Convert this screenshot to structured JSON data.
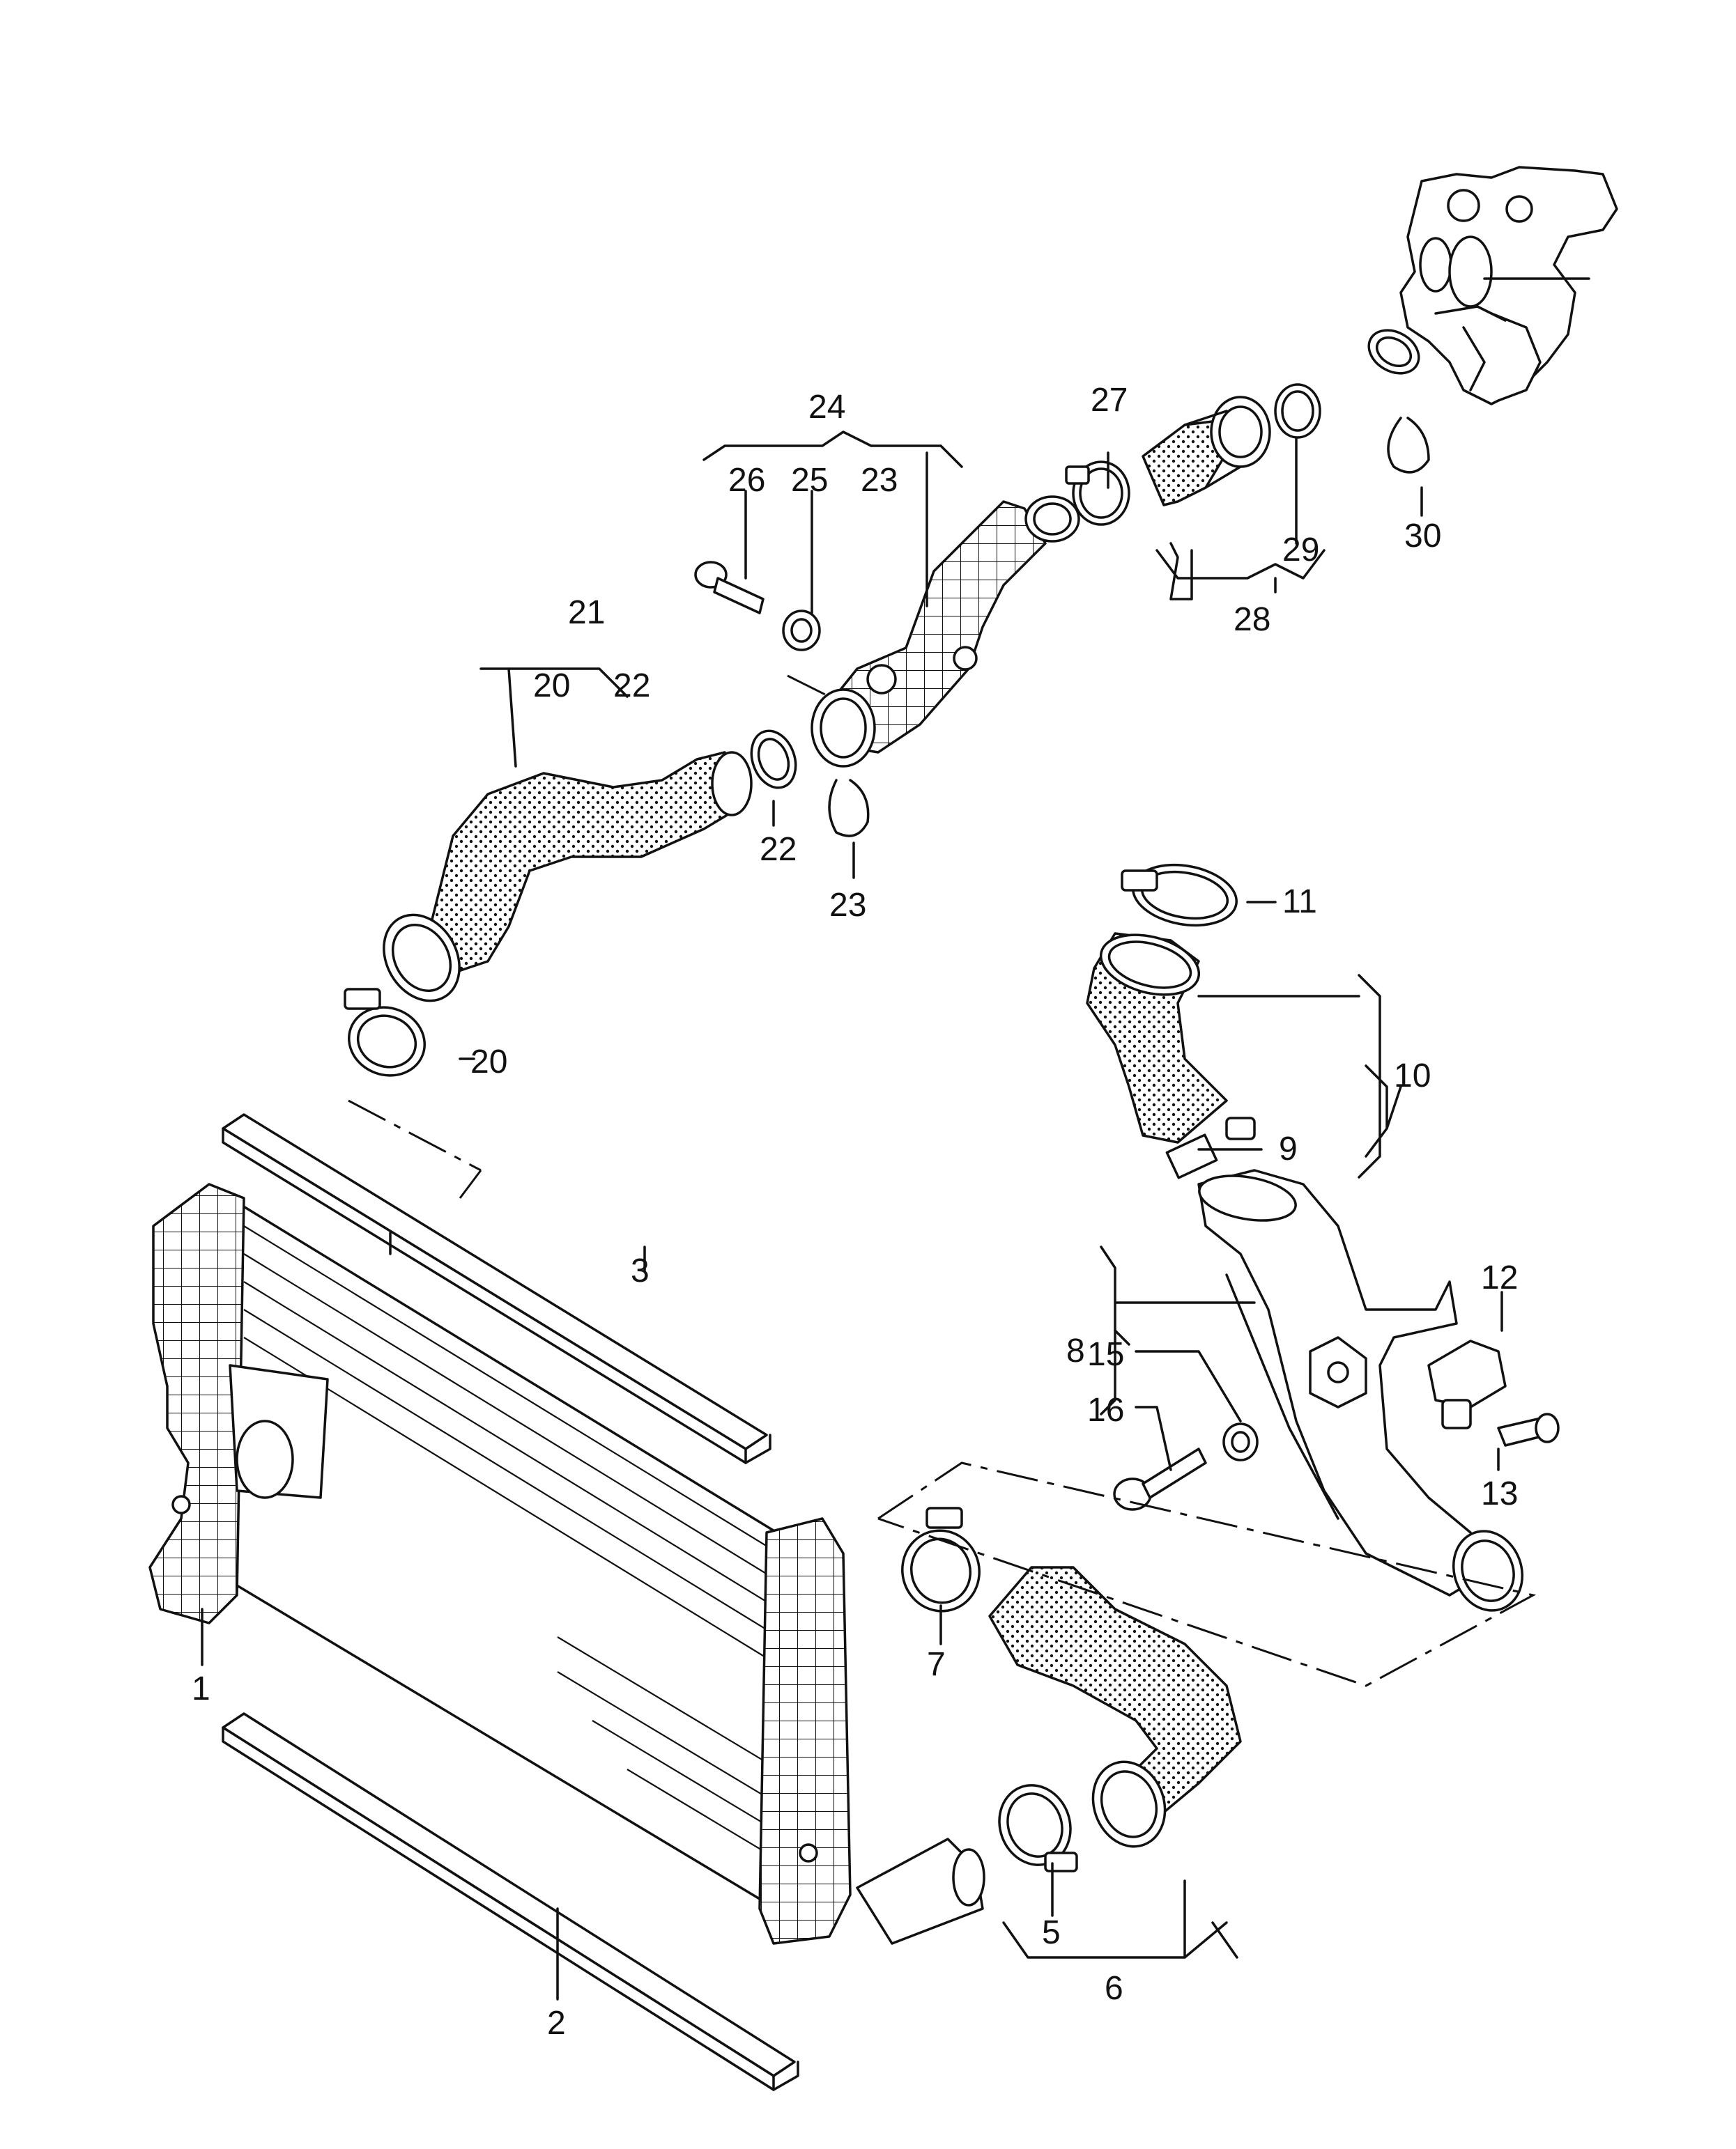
{
  "callouts": [
    {
      "id": "1",
      "text": "1"
    },
    {
      "id": "2",
      "text": "2"
    },
    {
      "id": "3",
      "text": "3"
    },
    {
      "id": "5",
      "text": "5"
    },
    {
      "id": "6",
      "text": "6"
    },
    {
      "id": "7",
      "text": "7"
    },
    {
      "id": "8",
      "text": "8"
    },
    {
      "id": "9",
      "text": "9"
    },
    {
      "id": "10",
      "text": "10"
    },
    {
      "id": "11",
      "text": "11"
    },
    {
      "id": "12",
      "text": "12"
    },
    {
      "id": "13",
      "text": "13"
    },
    {
      "id": "15",
      "text": "15"
    },
    {
      "id": "16",
      "text": "16"
    },
    {
      "id": "20a",
      "text": "20"
    },
    {
      "id": "20b",
      "text": "20"
    },
    {
      "id": "21",
      "text": "21"
    },
    {
      "id": "22a",
      "text": "22"
    },
    {
      "id": "22b",
      "text": "22"
    },
    {
      "id": "23a",
      "text": "23"
    },
    {
      "id": "23b",
      "text": "23"
    },
    {
      "id": "24",
      "text": "24"
    },
    {
      "id": "25",
      "text": "25"
    },
    {
      "id": "26",
      "text": "26"
    },
    {
      "id": "27",
      "text": "27"
    },
    {
      "id": "28",
      "text": "28"
    },
    {
      "id": "29",
      "text": "29"
    },
    {
      "id": "30",
      "text": "30"
    }
  ]
}
